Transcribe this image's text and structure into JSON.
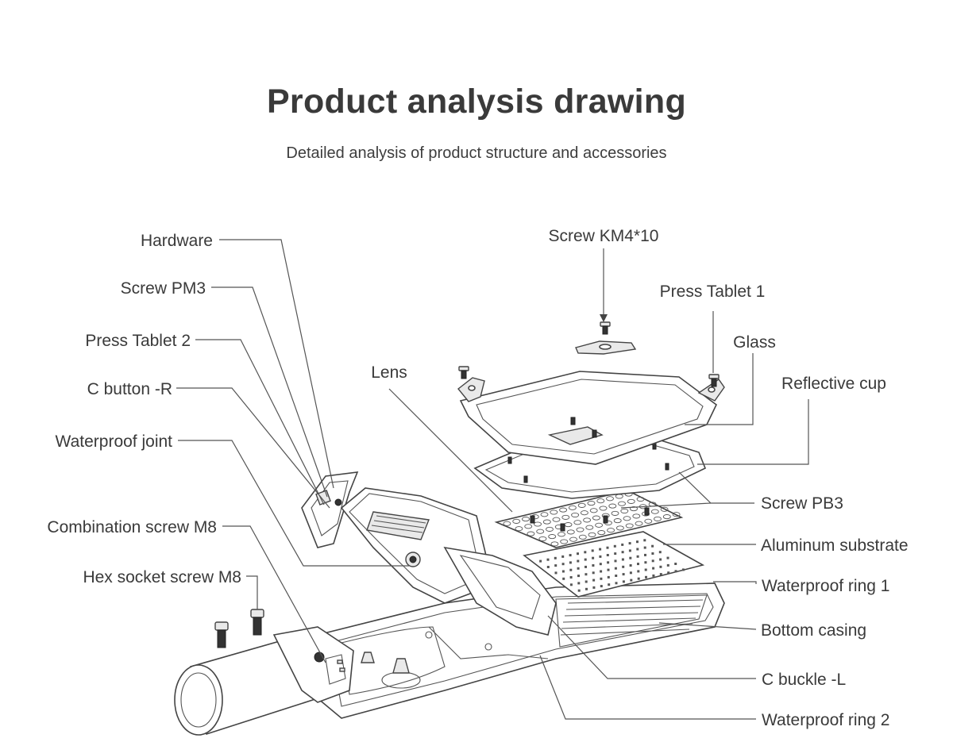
{
  "header": {
    "title": "Product analysis drawing",
    "subtitle": "Detailed analysis of product structure and accessories"
  },
  "labels": {
    "left": [
      "Hardware",
      "Screw PM3",
      "Press Tablet 2",
      "C button -R",
      "Waterproof joint",
      "Combination screw M8",
      "Hex socket screw M8"
    ],
    "top": [
      "Screw KM4*10",
      "Press Tablet 1",
      "Glass",
      "Lens",
      "Reflective cup"
    ],
    "right": [
      "Screw PB3",
      "Aluminum substrate",
      "Waterproof ring 1",
      "Bottom casing",
      "C buckle -L",
      "Waterproof ring 2"
    ]
  }
}
